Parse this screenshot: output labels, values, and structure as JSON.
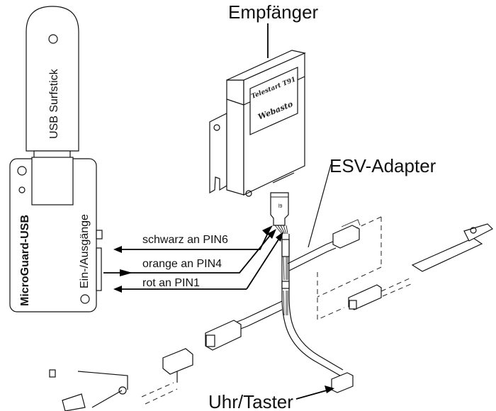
{
  "diagram": {
    "callouts": {
      "receiver": "Empfänger",
      "esv_adapter": "ESV-Adapter",
      "clock_button": "Uhr/Taster"
    },
    "usb_stick": {
      "label": "USB Surfstick"
    },
    "microguard": {
      "label": "MicroGuard-USB",
      "io_label": "Ein-/Ausgänge"
    },
    "receiver_device": {
      "model": "Telestart T91",
      "brand": "Webasto"
    },
    "wires": [
      {
        "label": "schwarz an PIN6",
        "direction": "to-microguard"
      },
      {
        "label": "orange an PIN4",
        "direction": "to-receiver"
      },
      {
        "label": "rot an PIN1",
        "direction": "to-microguard"
      }
    ]
  }
}
